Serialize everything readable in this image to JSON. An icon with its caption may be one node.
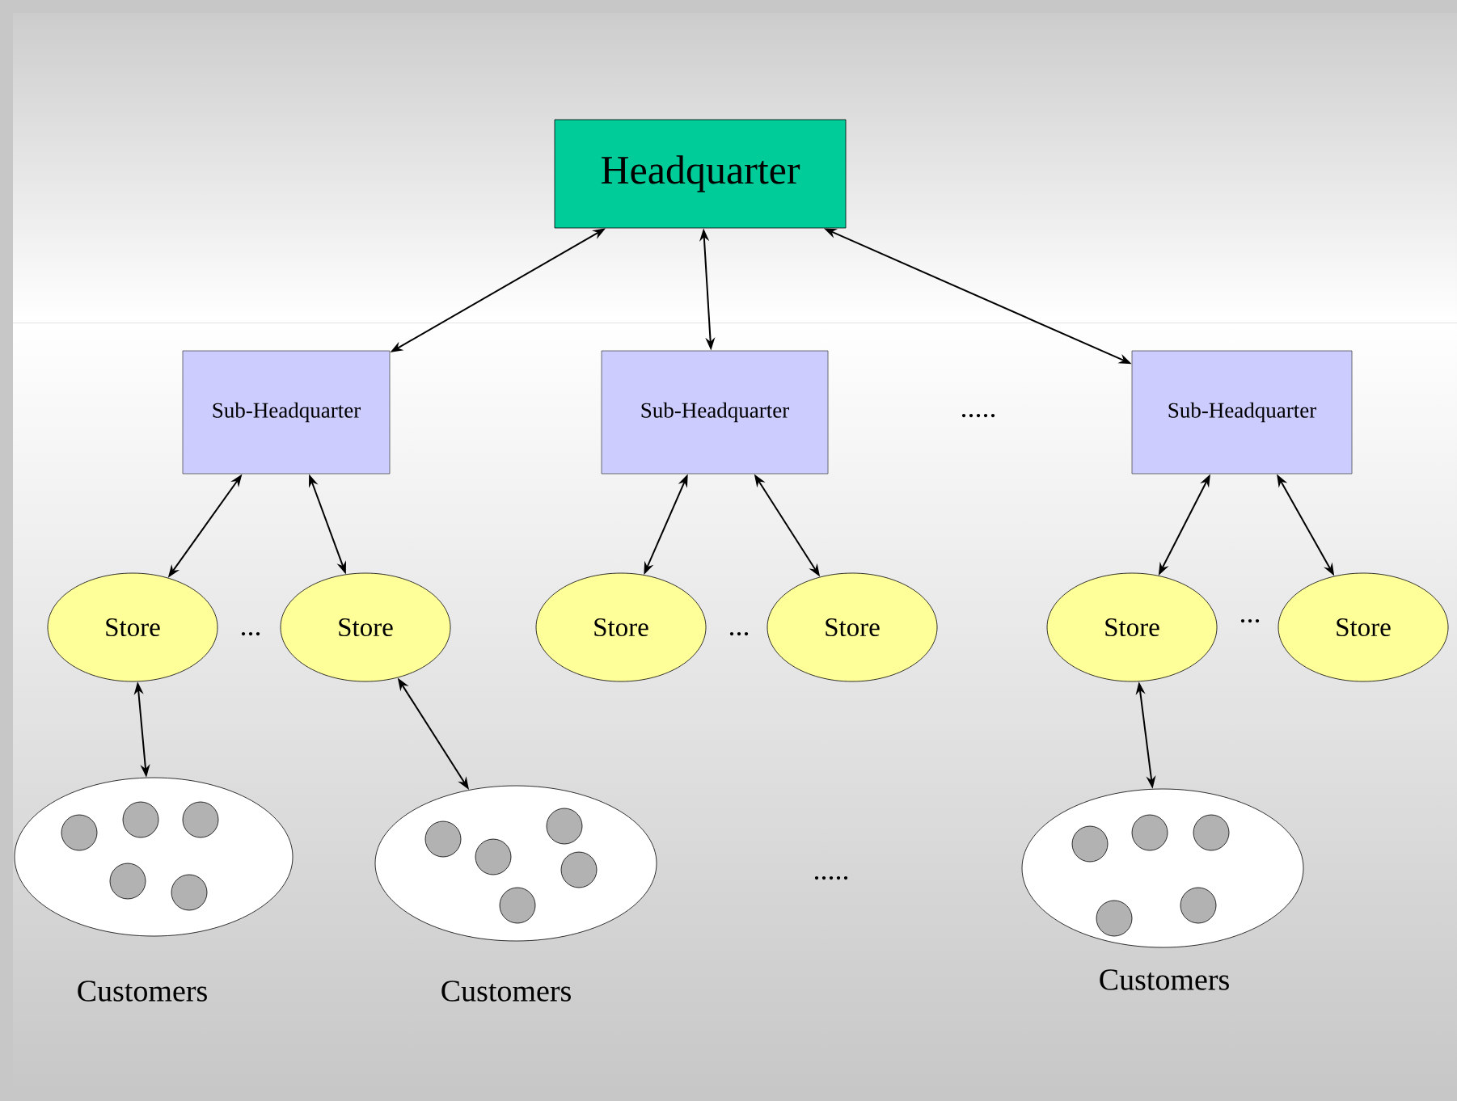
{
  "diagram": {
    "nodes": [
      {
        "text": [
          "Headquarter"
        ]
      },
      {
        "text": [
          "Sub-Headquarter"
        ]
      },
      {
        "text": [
          "Sub-Headquarter"
        ]
      },
      {
        "text": [
          "Sub-Headquarter"
        ]
      },
      {
        "text": [
          "Store"
        ]
      },
      {
        "text": [
          "Store"
        ]
      },
      {
        "text": [
          "Store"
        ]
      },
      {
        "text": [
          "Store"
        ]
      },
      {
        "text": [
          "Store"
        ]
      },
      {
        "text": [
          "Store"
        ]
      },
      {
        "text": [],
        "shape": "circle",
        "beside": [
          "Customers"
        ]
      },
      {
        "text": [],
        "shape": "circle",
        "beside": [
          "Customers"
        ]
      },
      {
        "text": [],
        "shape": "circle",
        "beside": [
          "Customers"
        ]
      }
    ],
    "edges": [
      {
        "from": 0,
        "to": 1,
        "arrow": "both"
      },
      {
        "from": 0,
        "to": 2,
        "arrow": "both"
      },
      {
        "from": 0,
        "to": 3,
        "arrow": "both"
      },
      {
        "from": 1,
        "to": 4,
        "arrow": "both"
      },
      {
        "from": 1,
        "to": 5,
        "arrow": "both"
      },
      {
        "from": 2,
        "to": 6,
        "arrow": "both"
      },
      {
        "from": 2,
        "to": 7,
        "arrow": "both"
      },
      {
        "from": 3,
        "to": 8,
        "arrow": "both"
      },
      {
        "from": 3,
        "to": 9,
        "arrow": "both"
      },
      {
        "from": 4,
        "to": 10,
        "arrow": "both"
      },
      {
        "from": 5,
        "to": 11,
        "arrow": "both"
      },
      {
        "from": 8,
        "to": 12,
        "arrow": "both"
      }
    ],
    "labels": [
      ".....",
      "...",
      "...",
      "...",
      "....."
    ]
  }
}
